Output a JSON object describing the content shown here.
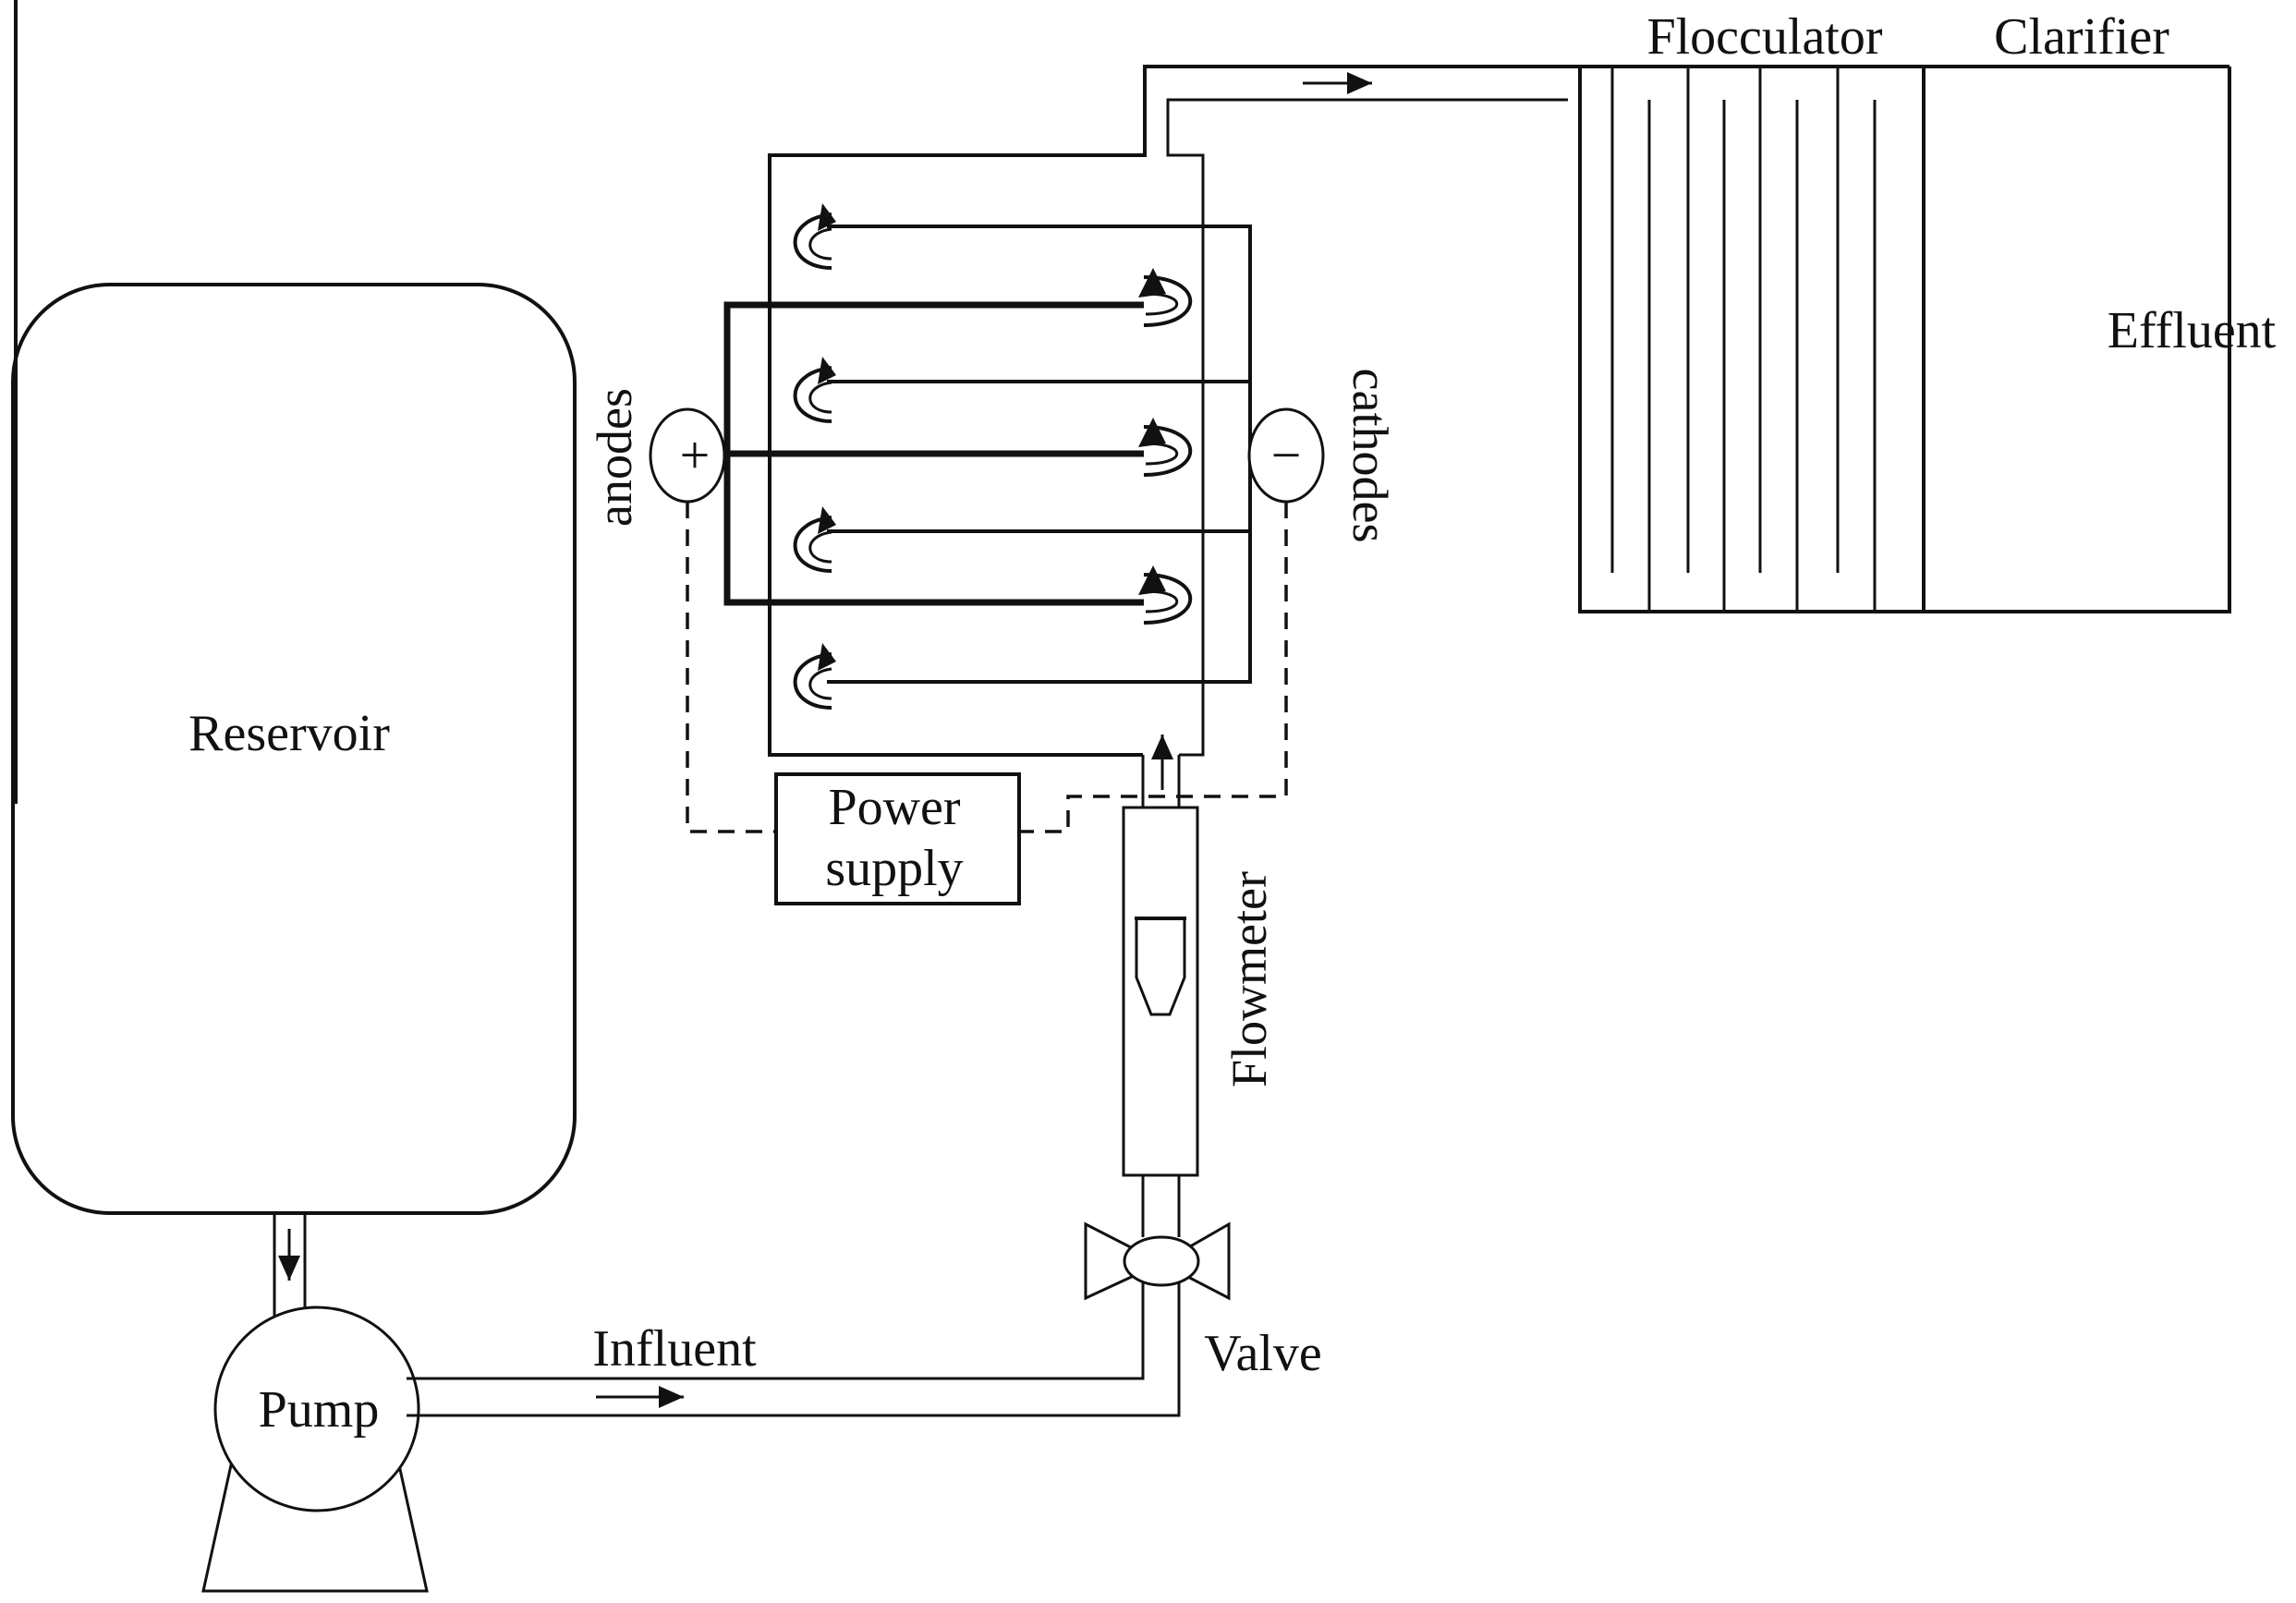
{
  "labels": {
    "reservoir": "Reservoir",
    "pump": "Pump",
    "influent": "Influent",
    "valve": "Valve",
    "flowmeter": "Flowmeter",
    "power_supply_line1": "Power",
    "power_supply_line2": "supply",
    "anodes": "anodes",
    "cathodes": "cathodes",
    "anode_symbol": "+",
    "cathode_symbol": "−",
    "flocculator": "Flocculator",
    "clarifier": "Clarifier",
    "effluent": "Effluent"
  },
  "colors": {
    "line": "#111111",
    "background": "#ffffff"
  }
}
